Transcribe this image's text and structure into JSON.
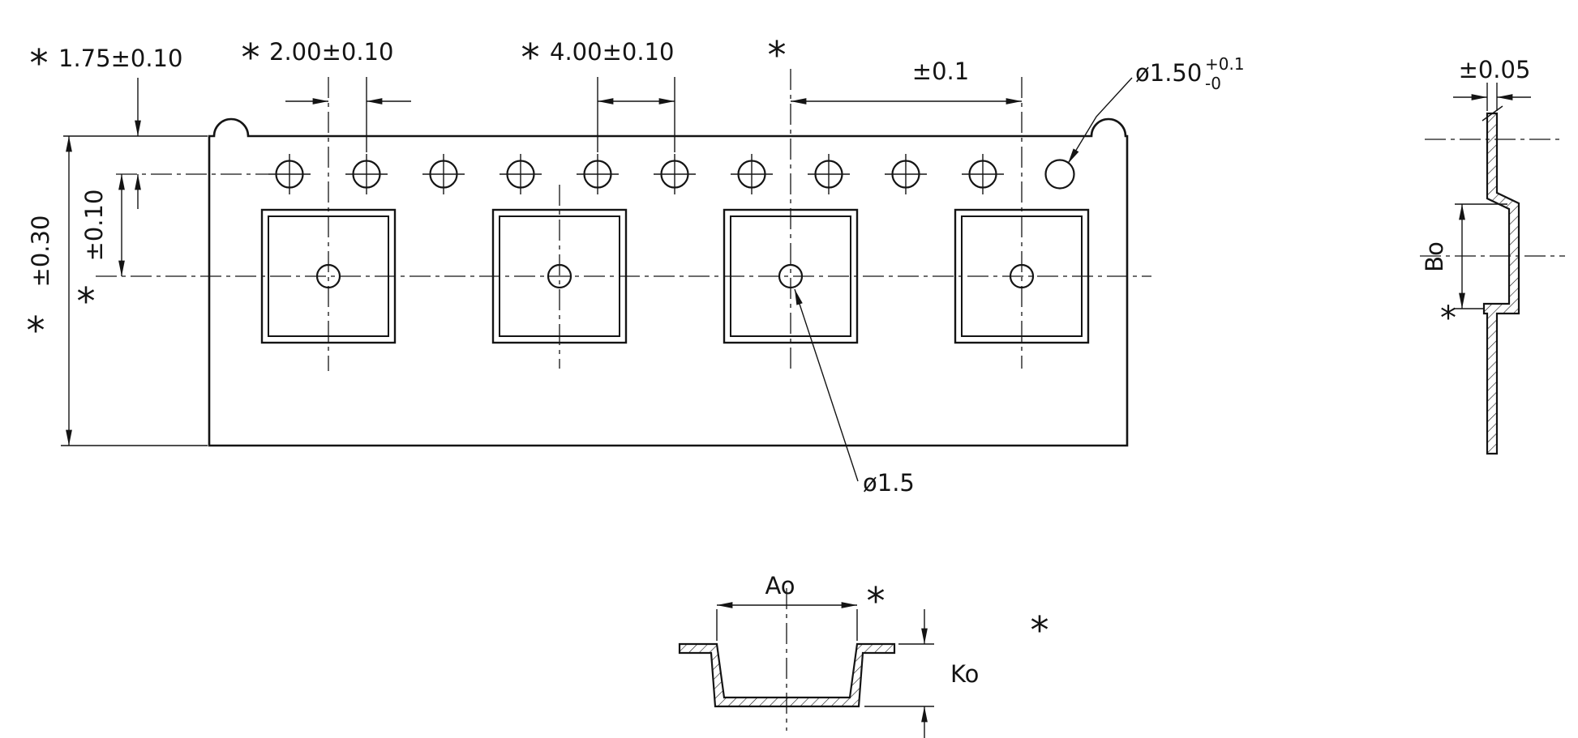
{
  "drawing": {
    "footnote_marker": "*",
    "labels": {
      "edge_to_hole": "1.75±0.10",
      "hole_to_pocket": "2.00±0.10",
      "hole_pitch": "4.00±0.10",
      "pocket_pitch_tol": "±0.1",
      "sprocket_hole_dia": "ø1.50",
      "sprocket_hole_tol_plus": "+0.1",
      "sprocket_hole_tol_minus": "-0",
      "tape_width_tol": "±0.30",
      "hole_to_pocket_center_tol": "±0.10",
      "pocket_center_hole_dia": "ø1.5",
      "thickness_tol": "±0.05",
      "pocket_width": "Bo",
      "pocket_length": "Ao",
      "pocket_depth": "Ko"
    }
  }
}
